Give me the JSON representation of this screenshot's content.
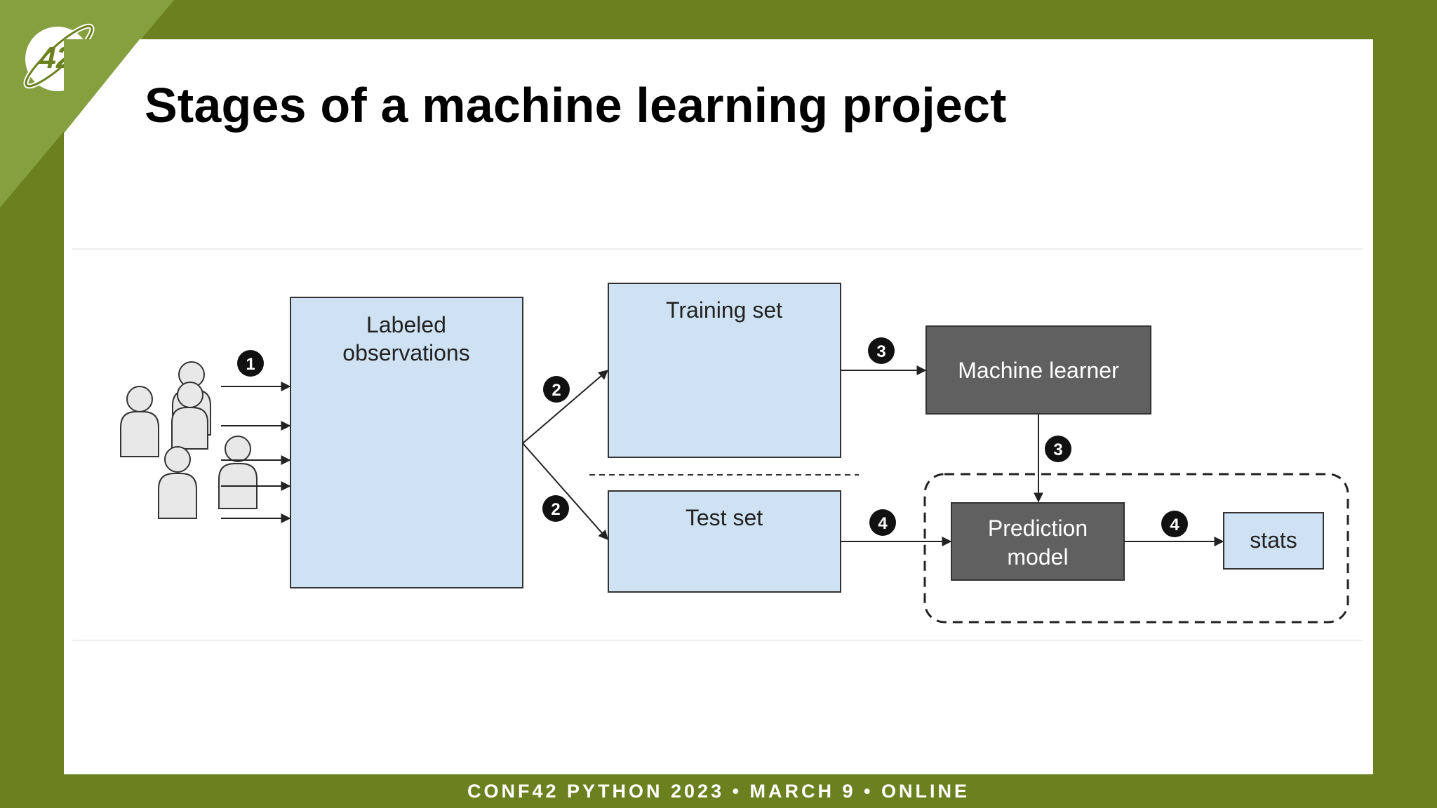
{
  "logo": {
    "text": "42"
  },
  "title": "Stages of a machine learning project",
  "diagram": {
    "boxes": {
      "labeled_line1": "Labeled",
      "labeled_line2": "observations",
      "training": "Training set",
      "test": "Test set",
      "learner": "Machine learner",
      "prediction_line1": "Prediction",
      "prediction_line2": "model",
      "stats": "stats"
    },
    "steps": {
      "collect": "1",
      "split_train": "2",
      "split_test": "2",
      "train": "3",
      "produce_model": "3",
      "evaluate": "4",
      "stats_out": "4"
    }
  },
  "footer": "CONF42 PYTHON 2023 • MARCH 9 • ONLINE",
  "colors": {
    "frame": "#6b8120",
    "box_light": "#cfe2f3",
    "box_dark": "#606060"
  }
}
